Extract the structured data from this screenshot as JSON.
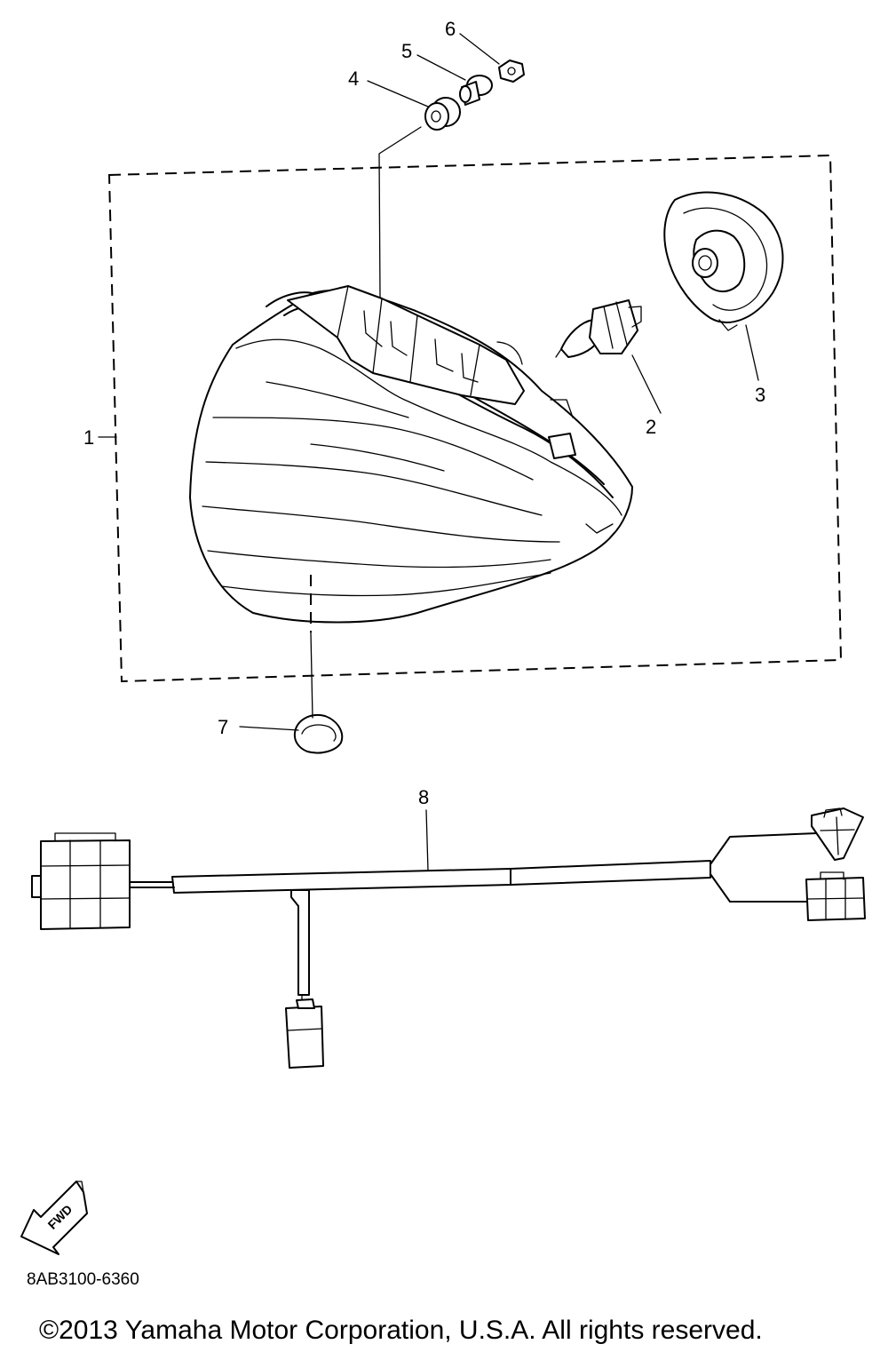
{
  "callouts": {
    "c1": "1",
    "c2": "2",
    "c3": "3",
    "c4": "4",
    "c5": "5",
    "c6": "6",
    "c7": "7",
    "c8": "8"
  },
  "direction_arrow": {
    "label": "FWD"
  },
  "part_code": "8AB3100-6360",
  "copyright": "©2013 Yamaha Motor Corporation, U.S.A. All rights reserved."
}
